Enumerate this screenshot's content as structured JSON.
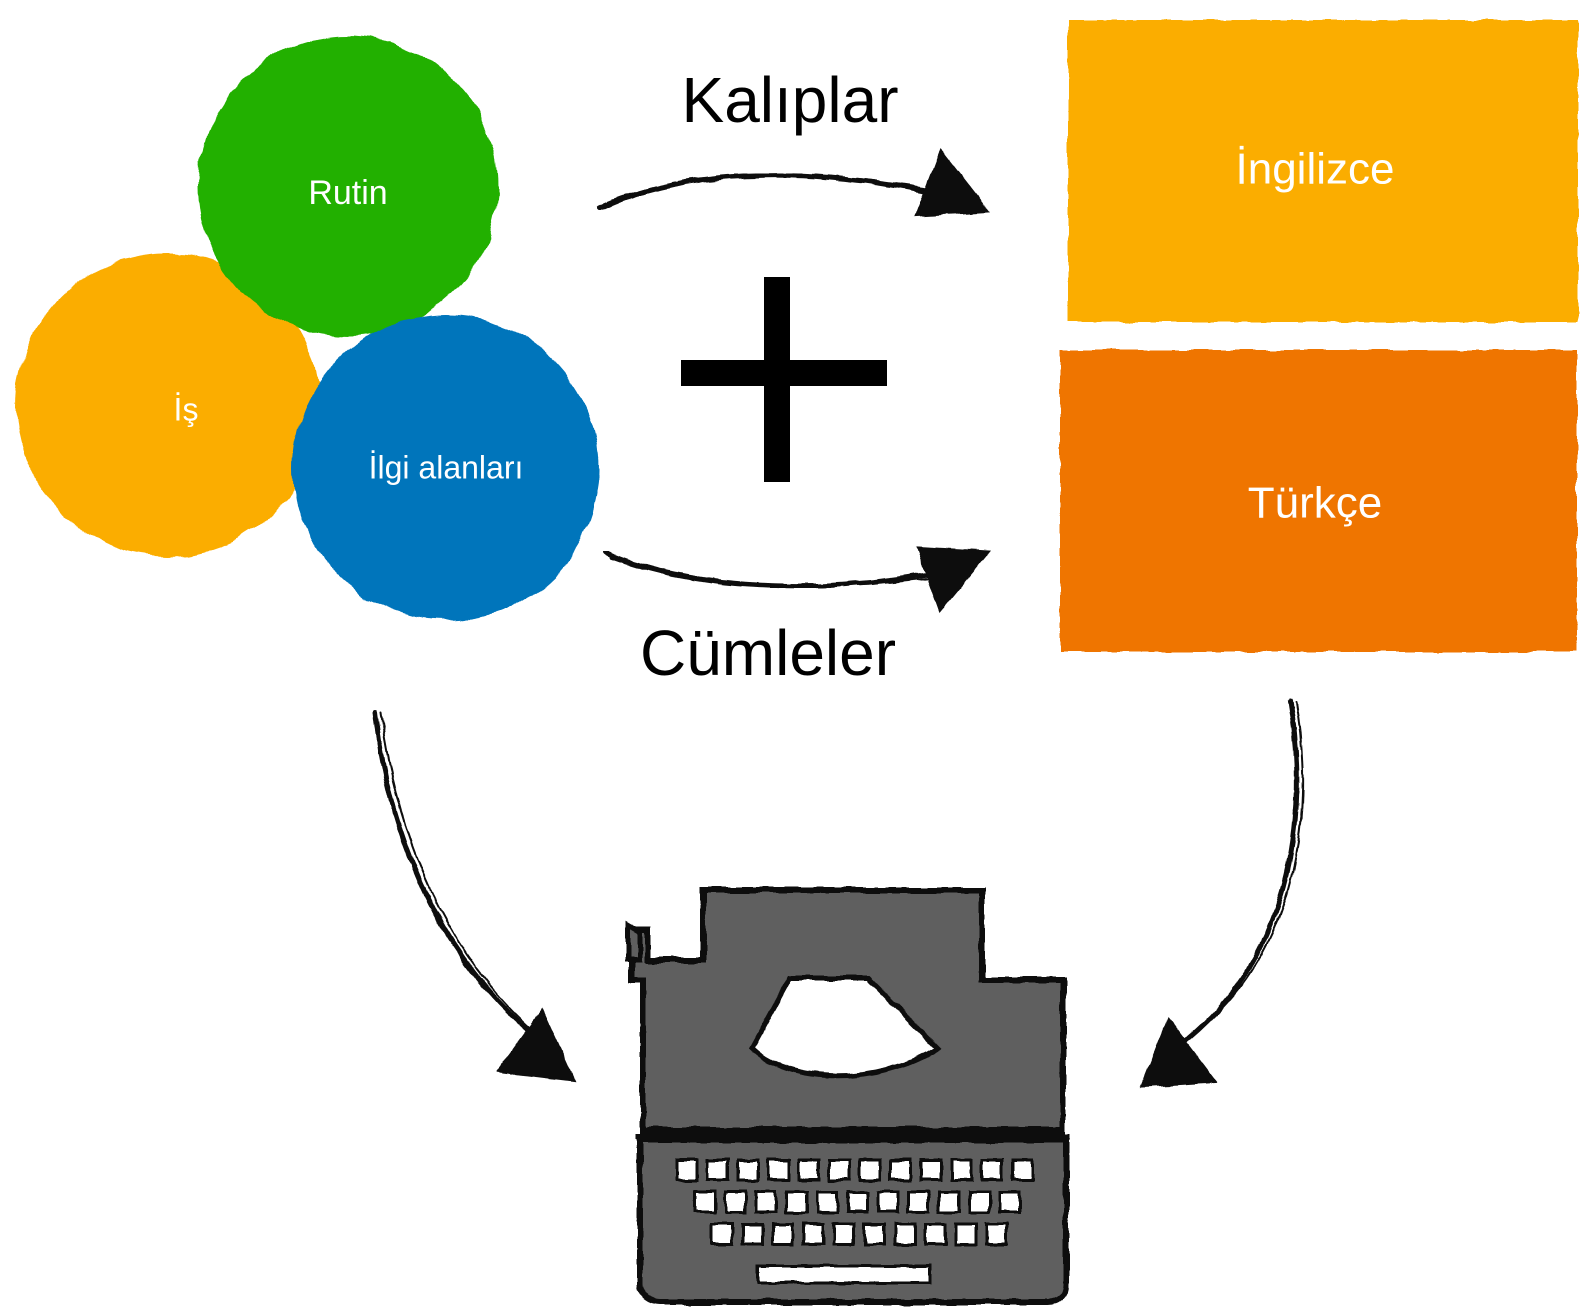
{
  "circles": {
    "rutin": {
      "label": "Rutin",
      "color": "#22b000"
    },
    "is": {
      "label": "İş",
      "color": "#fbad05"
    },
    "ilgi": {
      "label": "İlgi alanları",
      "color": "#0074bb"
    }
  },
  "plus_symbol": "+",
  "arrows": {
    "top_label": "Kalıplar",
    "bottom_label": "Cümleler"
  },
  "boxes": {
    "ingilizce": {
      "label": "İngilizce",
      "color": "#fbad05"
    },
    "turkce": {
      "label": "Türkçe",
      "color": "#ef7404"
    }
  },
  "typewriter": {
    "icon": "typewriter-icon",
    "body_color": "#5e5e5e"
  }
}
